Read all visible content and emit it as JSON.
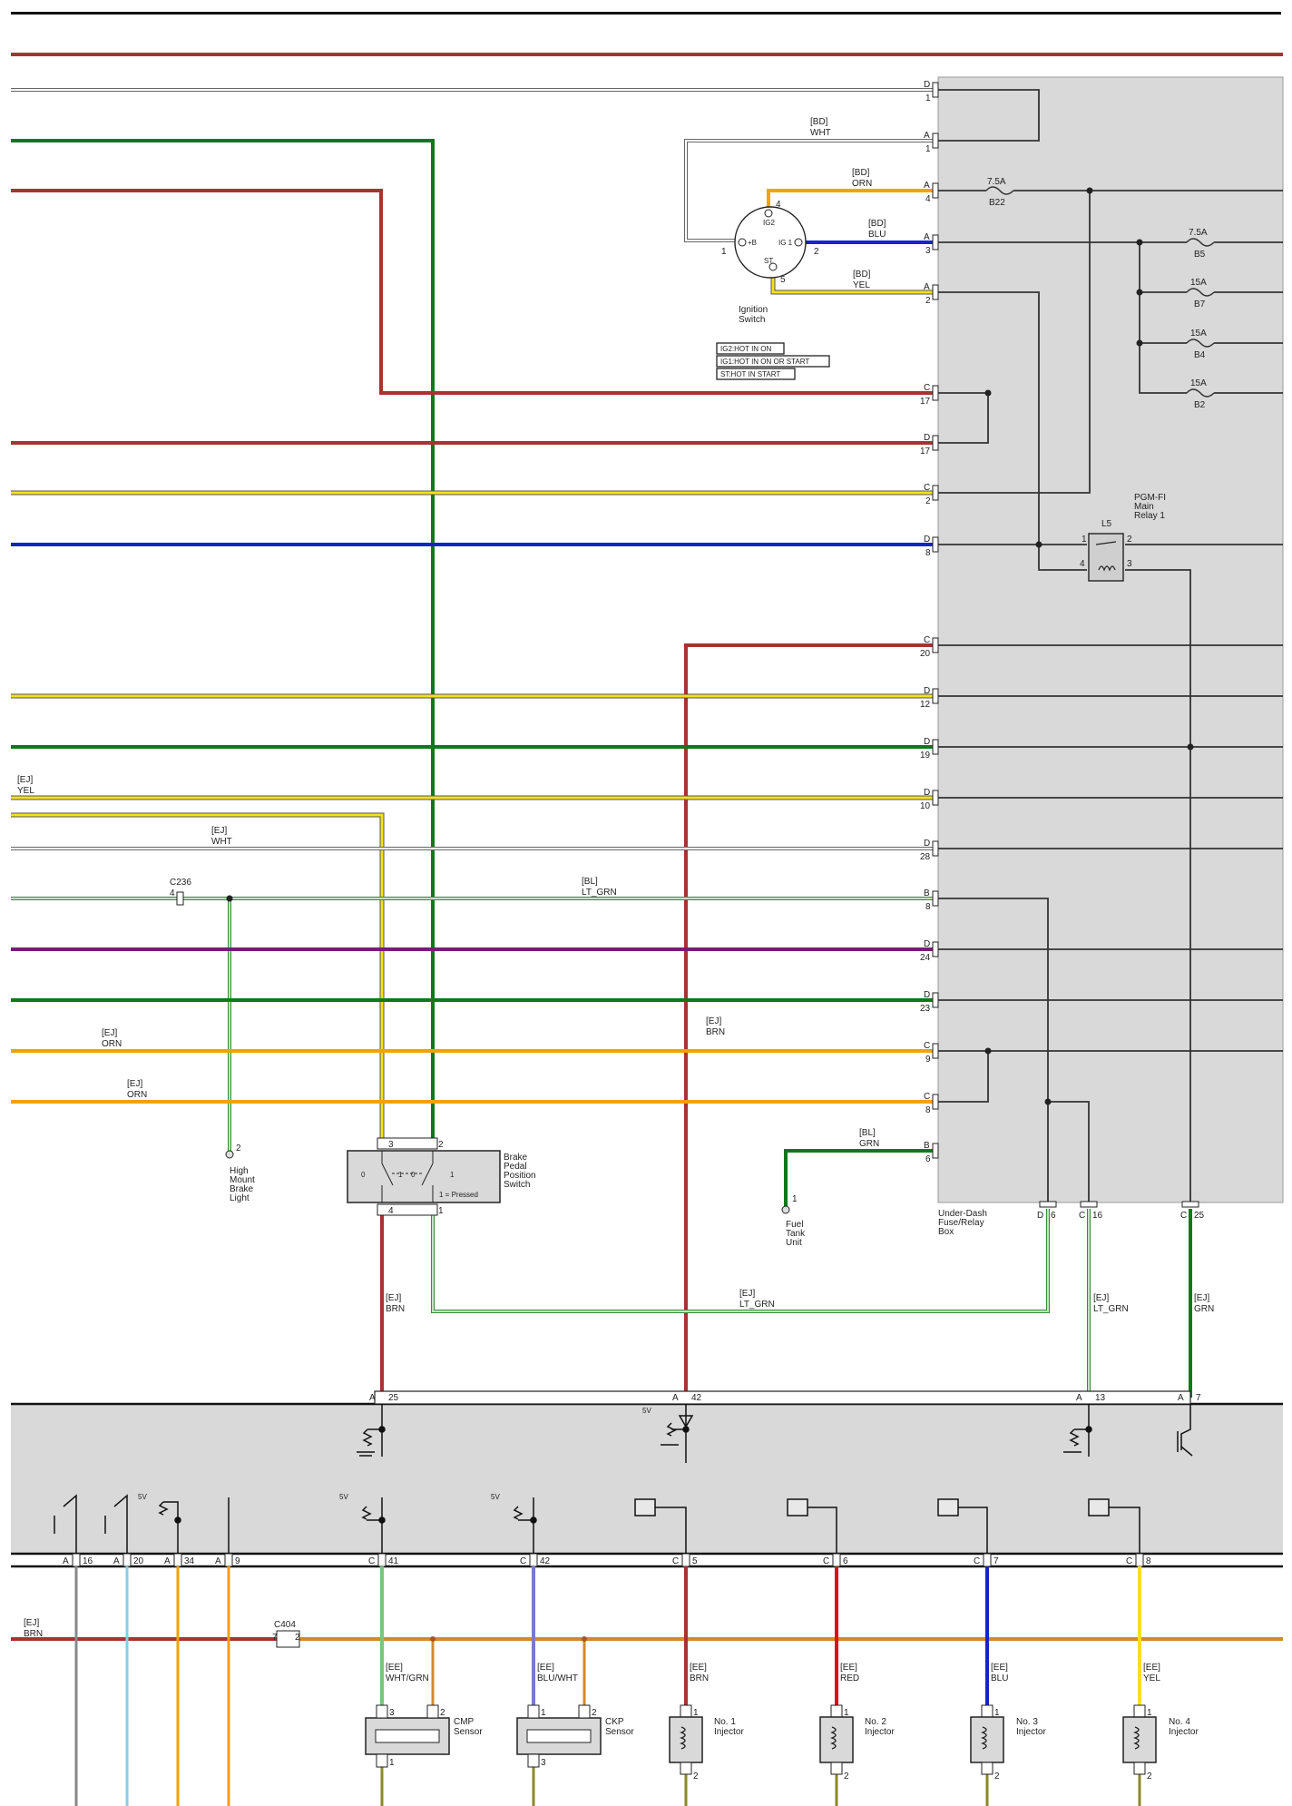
{
  "fuse_box": {
    "name": [
      "Under-Dash",
      "Fuse/Relay",
      "Box"
    ],
    "fuses": [
      {
        "amp": "7.5A",
        "id": "B22"
      },
      {
        "amp": "7.5A",
        "id": "B5"
      },
      {
        "amp": "15A",
        "id": "B7"
      },
      {
        "amp": "15A",
        "id": "B4"
      },
      {
        "amp": "15A",
        "id": "B2"
      }
    ],
    "relay": {
      "name": [
        "PGM-FI",
        "Main",
        "Relay 1"
      ],
      "id": "L5",
      "pins": [
        "1",
        "2",
        "4",
        "3"
      ]
    },
    "terminals": [
      {
        "conn": "D",
        "pin": "1"
      },
      {
        "conn": "A",
        "pin": "1"
      },
      {
        "conn": "A",
        "pin": "4"
      },
      {
        "conn": "A",
        "pin": "3"
      },
      {
        "conn": "A",
        "pin": "2"
      },
      {
        "conn": "C",
        "pin": "17"
      },
      {
        "conn": "D",
        "pin": "17"
      },
      {
        "conn": "C",
        "pin": "2"
      },
      {
        "conn": "D",
        "pin": "8"
      },
      {
        "conn": "C",
        "pin": "20"
      },
      {
        "conn": "D",
        "pin": "12"
      },
      {
        "conn": "D",
        "pin": "19"
      },
      {
        "conn": "D",
        "pin": "10"
      },
      {
        "conn": "D",
        "pin": "28"
      },
      {
        "conn": "B",
        "pin": "8"
      },
      {
        "conn": "D",
        "pin": "24"
      },
      {
        "conn": "D",
        "pin": "23"
      },
      {
        "conn": "C",
        "pin": "9"
      },
      {
        "conn": "C",
        "pin": "8"
      },
      {
        "conn": "B",
        "pin": "6"
      }
    ],
    "bottom_terminals": [
      {
        "conn": "D",
        "pin": "6"
      },
      {
        "conn": "C",
        "pin": "16"
      },
      {
        "conn": "C",
        "pin": "25"
      }
    ]
  },
  "ignition": {
    "name": [
      "Ignition",
      "Switch"
    ],
    "pins": {
      "b": "1",
      "ig1": "2",
      "ig2": "4",
      "st": "5"
    },
    "terms": {
      "b": "+B",
      "ig1": "IG 1",
      "ig2": "IG2",
      "st": "ST"
    },
    "notes": [
      "IG2:HOT IN ON",
      "IG1:HOT IN ON OR START",
      "ST:HOT IN START"
    ]
  },
  "wire_labels": {
    "bd_wht": [
      "[BD]",
      "WHT"
    ],
    "bd_orn": [
      "[BD]",
      "ORN"
    ],
    "bd_blu": [
      "[BD]",
      "BLU"
    ],
    "bd_yel": [
      "[BD]",
      "YEL"
    ],
    "ej_yel": [
      "[EJ]",
      "YEL"
    ],
    "ej_wht": [
      "[EJ]",
      "WHT"
    ],
    "bl_ltgrn": [
      "[BL]",
      "LT_GRN"
    ],
    "ej_brn_mid": [
      "[EJ]",
      "BRN"
    ],
    "ej_orn1": [
      "[EJ]",
      "ORN"
    ],
    "ej_orn2": [
      "[EJ]",
      "ORN"
    ],
    "bl_grn": [
      "[BL]",
      "GRN"
    ],
    "ej_brn_sw": [
      "[EJ]",
      "BRN"
    ],
    "ej_ltgrn_h": [
      "[EJ]",
      "LT_GRN"
    ],
    "ej_ltgrn_v": [
      "[EJ]",
      "LT_GRN"
    ],
    "ej_grn": [
      "[EJ]",
      "GRN"
    ],
    "ej_brn_bot": [
      "[EJ]",
      "BRN"
    ]
  },
  "connector_c236": {
    "name": "C236",
    "pin": "4"
  },
  "connector_c404": {
    "name": "C404",
    "pins": [
      "7",
      "2"
    ]
  },
  "brake_light": {
    "name": [
      "High",
      "Mount",
      "Brake",
      "Light"
    ],
    "pin": "2"
  },
  "brake_switch": {
    "name": [
      "Brake",
      "Pedal",
      "Position",
      "Switch"
    ],
    "pins": [
      "3",
      "2",
      "4",
      "1"
    ],
    "note": "1 = Pressed",
    "contacts": [
      "0",
      "1",
      "0",
      "1"
    ]
  },
  "fuel_tank": {
    "name": [
      "Fuel",
      "Tank",
      "Unit"
    ],
    "pin": "1"
  },
  "ecm_top_terminals": [
    {
      "conn": "A",
      "pin": "25"
    },
    {
      "conn": "A",
      "pin": "42"
    },
    {
      "conn": "A",
      "pin": "13"
    },
    {
      "conn": "A",
      "pin": "7"
    }
  ],
  "ecm_bottom_terminals": [
    {
      "conn": "A",
      "pin": "16"
    },
    {
      "conn": "A",
      "pin": "20"
    },
    {
      "conn": "A",
      "pin": "34"
    },
    {
      "conn": "A",
      "pin": "9"
    },
    {
      "conn": "C",
      "pin": "41"
    },
    {
      "conn": "C",
      "pin": "42"
    },
    {
      "conn": "C",
      "pin": "5"
    },
    {
      "conn": "C",
      "pin": "6"
    },
    {
      "conn": "C",
      "pin": "7"
    },
    {
      "conn": "C",
      "pin": "8"
    }
  ],
  "ref_voltage": "5V",
  "sensors": [
    {
      "name": [
        "CMP",
        "Sensor"
      ],
      "wire": [
        "[EE]",
        "WHT/GRN"
      ],
      "pins": [
        "3",
        "2",
        "1"
      ]
    },
    {
      "name": [
        "CKP",
        "Sensor"
      ],
      "wire": [
        "[EE]",
        "BLU/WHT"
      ],
      "pins": [
        "1",
        "2",
        "3"
      ]
    }
  ],
  "injectors": [
    {
      "name": [
        "No. 1",
        "Injector"
      ],
      "wire": [
        "[EE]",
        "BRN"
      ],
      "pins": [
        "1",
        "2"
      ]
    },
    {
      "name": [
        "No. 2",
        "Injector"
      ],
      "wire": [
        "[EE]",
        "RED"
      ],
      "pins": [
        "1",
        "2"
      ]
    },
    {
      "name": [
        "No. 3",
        "Injector"
      ],
      "wire": [
        "[EE]",
        "BLU"
      ],
      "pins": [
        "1",
        "2"
      ]
    },
    {
      "name": [
        "No. 4",
        "Injector"
      ],
      "wire": [
        "[EE]",
        "YEL"
      ],
      "pins": [
        "1",
        "2"
      ]
    }
  ],
  "colors": {
    "red": "#a83232",
    "green": "#0d7a1a",
    "yellow": "#f5e11a",
    "blue": "#1524c9",
    "orange": "#f5a100",
    "purple": "#7a1a7a",
    "ltgreen": "#7cc47c",
    "gray": "#888888",
    "skyblue": "#87cde8",
    "brightred": "#e01010",
    "wht": "#c8c8c8",
    "panel": "#d9d9d9",
    "ink": "#222222"
  }
}
